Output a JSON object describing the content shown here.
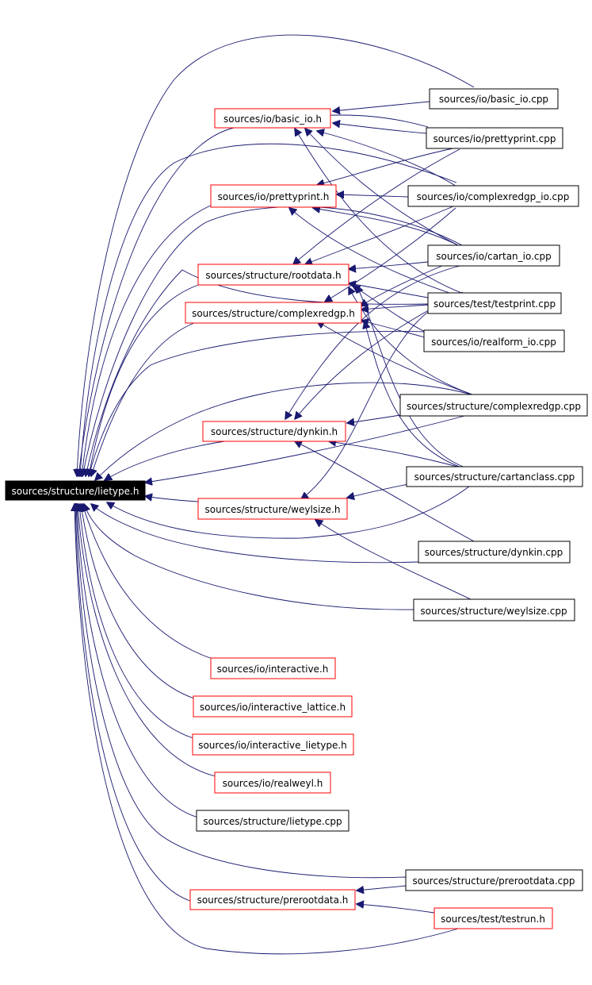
{
  "colors": {
    "edge": "#191970",
    "header_border": "#ff0000",
    "source_border": "#000000",
    "root_fill": "#000000",
    "root_text": "#ffffff"
  },
  "nodes": {
    "lietype_h": "sources/structure/lietype.h",
    "basic_io_h": "sources/io/basic_io.h",
    "prettyprint_h": "sources/io/prettyprint.h",
    "rootdata_h": "sources/structure/rootdata.h",
    "complexredgp_h": "sources/structure/complexredgp.h",
    "dynkin_h": "sources/structure/dynkin.h",
    "weylsize_h": "sources/structure/weylsize.h",
    "interactive_h": "sources/io/interactive.h",
    "interactive_lattice_h": "sources/io/interactive_lattice.h",
    "interactive_lietype_h": "sources/io/interactive_lietype.h",
    "realweyl_h": "sources/io/realweyl.h",
    "lietype_cpp": "sources/structure/lietype.cpp",
    "prerootdata_h": "sources/structure/prerootdata.h",
    "basic_io_cpp": "sources/io/basic_io.cpp",
    "prettyprint_cpp": "sources/io/prettyprint.cpp",
    "complexredgp_io_cpp": "sources/io/complexredgp_io.cpp",
    "cartan_io_cpp": "sources/io/cartan_io.cpp",
    "testprint_cpp": "sources/test/testprint.cpp",
    "realform_io_cpp": "sources/io/realform_io.cpp",
    "complexredgp_cpp": "sources/structure/complexredgp.cpp",
    "cartanclass_cpp": "sources/structure/cartanclass.cpp",
    "dynkin_cpp": "sources/structure/dynkin.cpp",
    "weylsize_cpp": "sources/structure/weylsize.cpp",
    "prerootdata_cpp": "sources/structure/prerootdata.cpp",
    "testrun_h": "sources/test/testrun.h"
  }
}
